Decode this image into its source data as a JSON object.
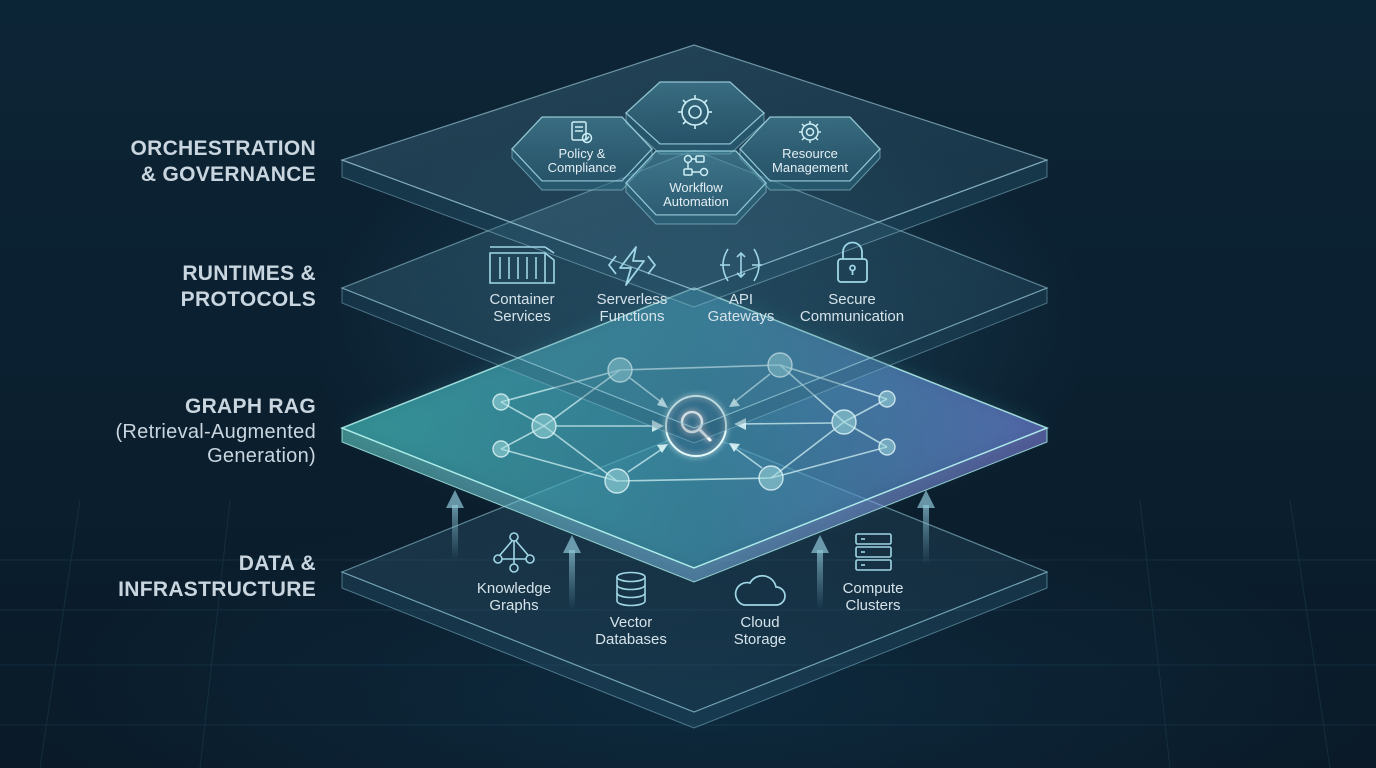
{
  "layers": {
    "orchestration": {
      "title_lines": [
        "ORCHESTRATION",
        "& GOVERNANCE"
      ],
      "items": {
        "policy": [
          "Policy &",
          "Compliance"
        ],
        "workflow": [
          "Workflow",
          "Automation"
        ],
        "resource": [
          "Resource",
          "Management"
        ]
      }
    },
    "runtimes": {
      "title_lines": [
        "RUNTIMES &",
        "PROTOCOLS"
      ],
      "items": {
        "container": [
          "Container",
          "Services"
        ],
        "serverless": [
          "Serverless",
          "Functions"
        ],
        "api": [
          "API",
          "Gateways"
        ],
        "secure": [
          "Secure",
          "Communication"
        ]
      }
    },
    "graph_rag": {
      "title": "GRAPH RAG",
      "subtitle_lines": [
        "(Retrieval-Augmented",
        "Generation)"
      ]
    },
    "data": {
      "title_lines": [
        "DATA &",
        "INFRASTRUCTURE"
      ],
      "items": {
        "knowledge": [
          "Knowledge",
          "Graphs"
        ],
        "vector": [
          "Vector",
          "Databases"
        ],
        "cloud": [
          "Cloud",
          "Storage"
        ],
        "compute": [
          "Compute",
          "Clusters"
        ]
      }
    }
  },
  "icons": {
    "central_gear": "gear-refresh-icon",
    "policy": "document-check-icon",
    "workflow": "workflow-icon",
    "resource": "gear-icon",
    "container": "shipping-container-icon",
    "serverless": "lightning-icon",
    "api": "api-gateway-icon",
    "secure": "padlock-icon",
    "search": "magnifier-icon",
    "knowledge": "graph-network-icon",
    "vector": "database-icon",
    "cloud": "cloud-icon",
    "compute": "server-rack-icon"
  },
  "colors": {
    "background": "#0b2030",
    "label_text": "#c9d6df",
    "panel_edge": "#7fb7c9",
    "graph_glow": "#6fe0d8",
    "graph_violet": "#8a86f0",
    "icon_stroke": "#9fd6e6"
  }
}
